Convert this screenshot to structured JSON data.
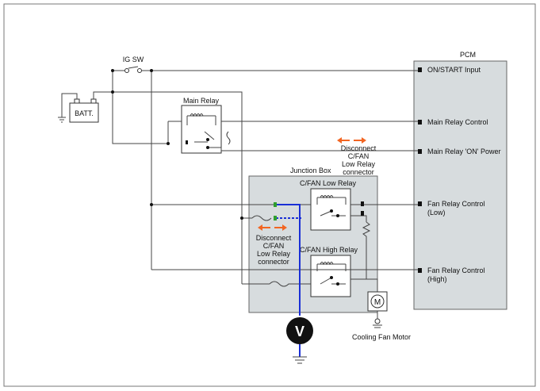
{
  "labels": {
    "pcm": "PCM",
    "ig_sw": "IG SW",
    "batt": "BATT.",
    "main_relay": "Main Relay",
    "junction_box": "Junction Box",
    "low_relay": "C/FAN Low Relay",
    "high_relay": "C/FAN High Relay",
    "disconnect_top": [
      "Disconnect",
      "C/FAN",
      "Low Relay",
      "connector"
    ],
    "disconnect_left": [
      "Disconnect",
      "C/FAN",
      "Low Relay",
      "connector"
    ],
    "motor_symbol": "M",
    "motor_label": "Cooling Fan Motor",
    "voltmeter_symbol": "V"
  },
  "pcm_pins": [
    {
      "label": "ON/START Input",
      "line2": ""
    },
    {
      "label": "Main Relay Control",
      "line2": ""
    },
    {
      "label": "Main Relay 'ON' Power",
      "line2": ""
    },
    {
      "label": "Fan Relay Control",
      "line2": "(Low)"
    },
    {
      "label": "Fan Relay Control",
      "line2": "(High)"
    }
  ],
  "colors": {
    "probe_wire": "#1a2fd6",
    "arrow": "#f26522",
    "connector_green": "#2e9e2e",
    "box_fill": "#d7dcde"
  }
}
